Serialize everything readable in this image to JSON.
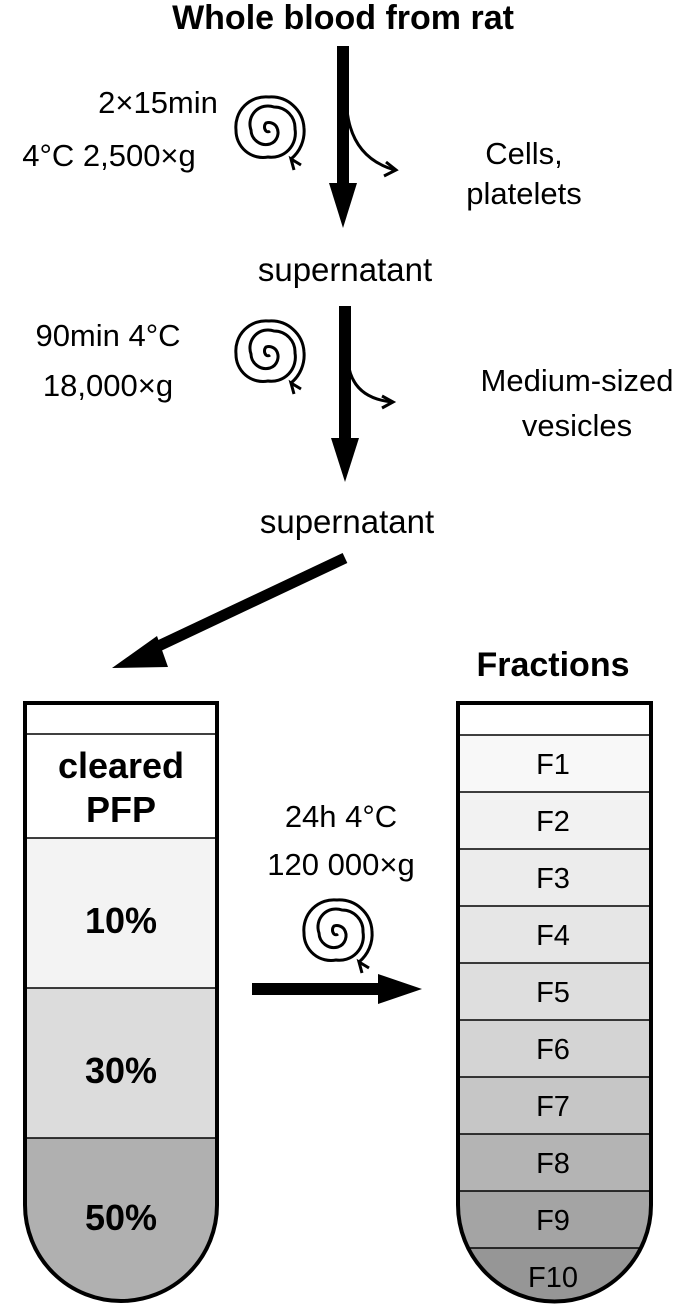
{
  "title": "Whole blood from rat",
  "step1": {
    "condition_line1": "2×15min",
    "condition_line2": "4°C 2,500×g",
    "removed_line1": "Cells,",
    "removed_line2": "platelets",
    "result": "supernatant"
  },
  "step2": {
    "condition_line1": "90min 4°C",
    "condition_line2": "18,000×g",
    "removed_line1": "Medium-sized",
    "removed_line2": "vesicles",
    "result": "supernatant"
  },
  "gradient_tube": {
    "layers": [
      {
        "label_line1": "cleared",
        "label_line2": "PFP",
        "color": "#ffffff"
      },
      {
        "label_line1": "10%",
        "label_line2": "",
        "color": "#f3f3f3"
      },
      {
        "label_line1": "30%",
        "label_line2": "",
        "color": "#dcdcdc"
      },
      {
        "label_line1": "50%",
        "label_line2": "",
        "color": "#b0b0b0"
      }
    ]
  },
  "step3": {
    "condition_line1": "24h 4°C",
    "condition_line2": "120 000×g"
  },
  "fractions_tube": {
    "title": "Fractions",
    "fractions": [
      "F1",
      "F2",
      "F3",
      "F4",
      "F5",
      "F6",
      "F7",
      "F8",
      "F9",
      "F10"
    ]
  }
}
